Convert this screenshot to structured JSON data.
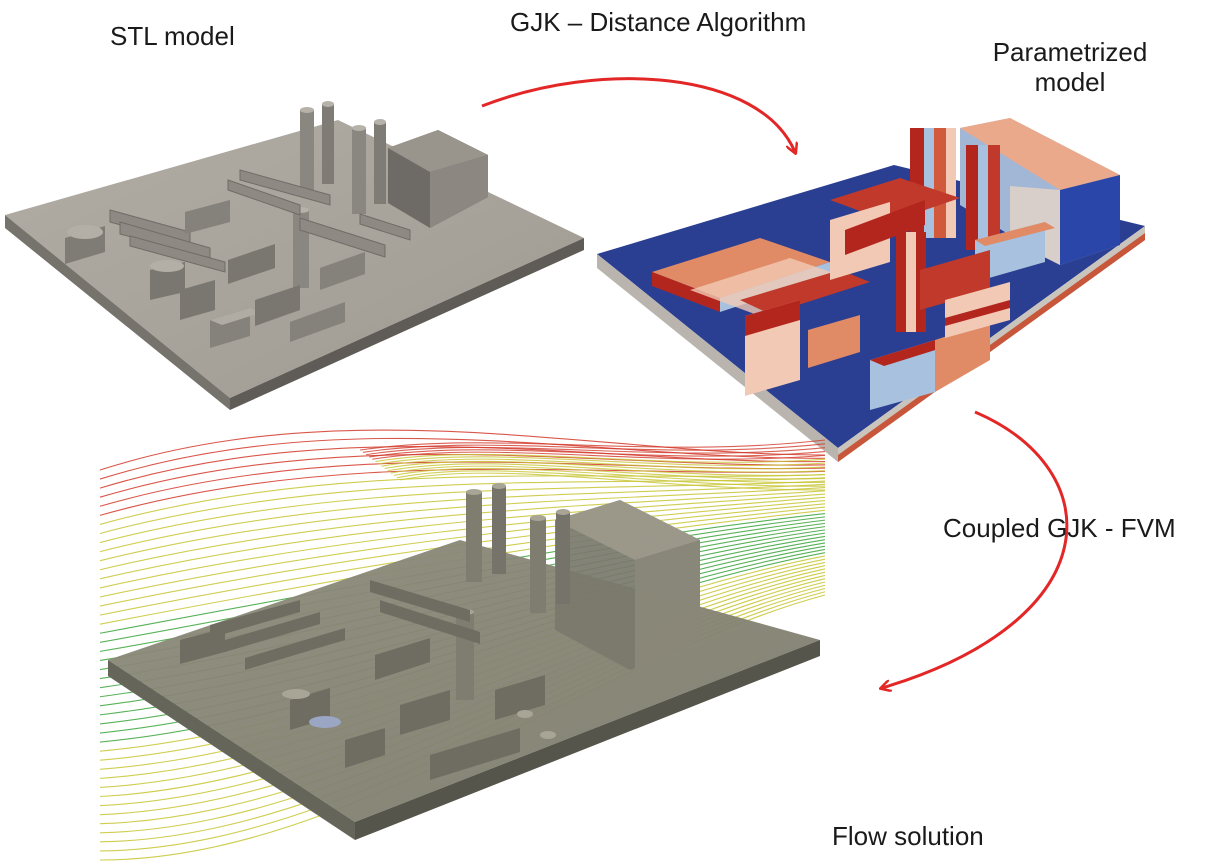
{
  "labels": {
    "stl_model": "STL model",
    "gjk_distance": "GJK – Distance Algorithm",
    "parametrized_line1": "Parametrized",
    "parametrized_line2": "model",
    "coupled": "Coupled GJK - FVM",
    "flow_solution": "Flow solution"
  },
  "colors": {
    "arrow": "#e32626",
    "model_grey": "#a8a49c",
    "model_grey_dark": "#6e6b66",
    "model_grey_side": "#8c8881",
    "blue_base": "#283c8f",
    "cell_red": "#b3261e",
    "cell_orange": "#e08a66",
    "cell_light": "#f1c9b4",
    "cell_blue": "#a7c1de",
    "stream_green": "#3aa33a",
    "stream_yellow": "#c7c431",
    "stream_red": "#d23a2a"
  }
}
